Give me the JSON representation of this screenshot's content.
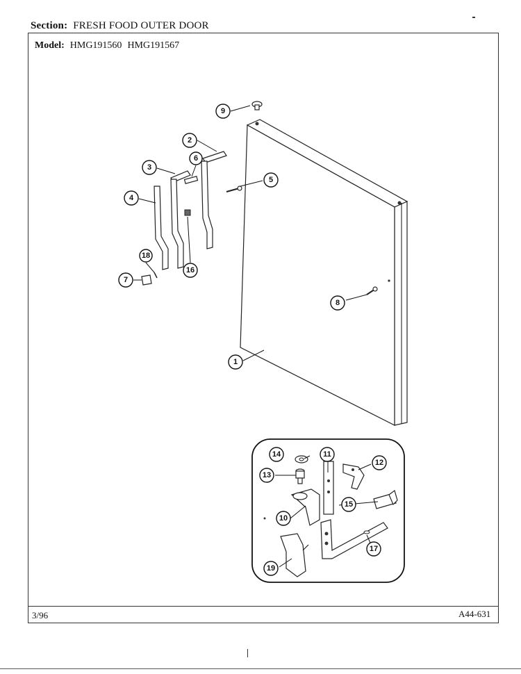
{
  "header": {
    "section_label": "Section:",
    "section_title": "FRESH FOOD OUTER DOOR",
    "model_label": "Model:",
    "models": [
      "HMG191560",
      "HMG191567"
    ]
  },
  "footer": {
    "date": "3/96",
    "doc_number": "A44-631"
  },
  "callouts": [
    "1",
    "2",
    "3",
    "4",
    "5",
    "6",
    "7",
    "8",
    "9",
    "10",
    "11",
    "12",
    "13",
    "14",
    "15",
    "16",
    "17",
    "18",
    "19"
  ]
}
